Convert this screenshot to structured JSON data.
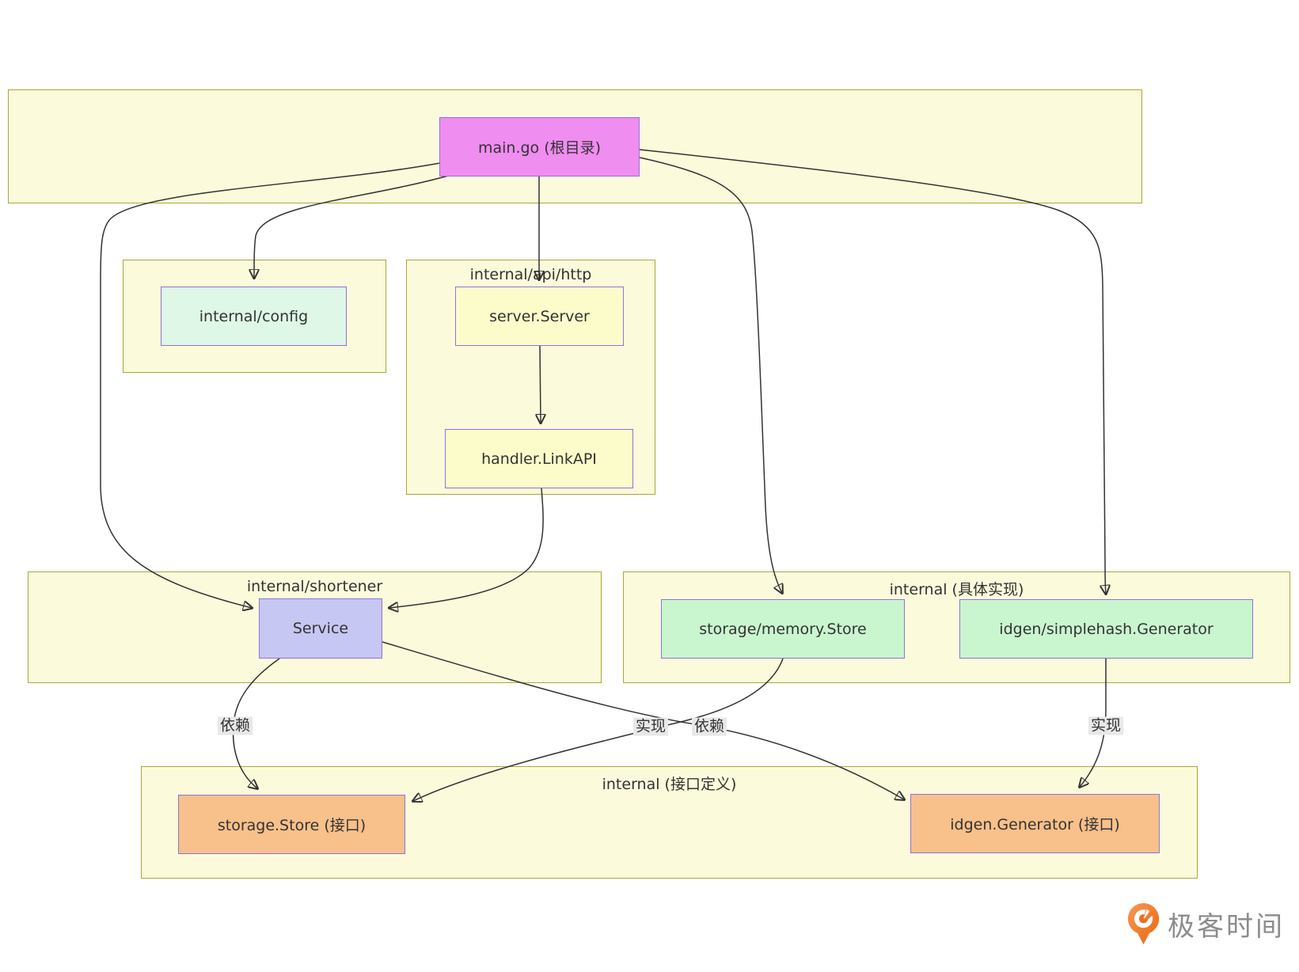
{
  "diagram": {
    "clusters": {
      "root": {
        "title": ""
      },
      "config_pkg": {
        "title": ""
      },
      "api_http": {
        "title": "internal/api/http"
      },
      "shortener": {
        "title": "internal/shortener"
      },
      "impl": {
        "title": "internal (具体实现)"
      },
      "iface": {
        "title": "internal (接口定义)"
      }
    },
    "nodes": {
      "main_go": {
        "label": "main.go (根目录)"
      },
      "config": {
        "label": "internal/config"
      },
      "server": {
        "label": "server.Server"
      },
      "handler": {
        "label": "handler.LinkAPI"
      },
      "service": {
        "label": "Service"
      },
      "memory_store": {
        "label": "storage/memory.Store"
      },
      "simplehash": {
        "label": "idgen/simplehash.Generator"
      },
      "store_iface": {
        "label": "storage.Store (接口)"
      },
      "idgen_iface": {
        "label": "idgen.Generator (接口)"
      }
    },
    "edge_labels": {
      "depend_left": "依赖",
      "impl_mid": "实现",
      "depend_mid": "依赖",
      "impl_right": "实现"
    },
    "colors": {
      "cluster_fill": "#fbfbdc",
      "cluster_border": "#a8a838",
      "node_border": "#9370db",
      "node_pink": "#f08df0",
      "node_mint": "#def7e6",
      "node_yellow": "#fcfccb",
      "node_lavender": "#c7c7f3",
      "node_green": "#c9f5cf",
      "node_orange": "#f8c08a",
      "edge": "#333333",
      "edge_label_bg": "#e8e8e8",
      "brand_orange": "#ed7028",
      "brand_text_gray": "#8c8c8c"
    }
  },
  "footer": {
    "brand": "极客时间"
  }
}
